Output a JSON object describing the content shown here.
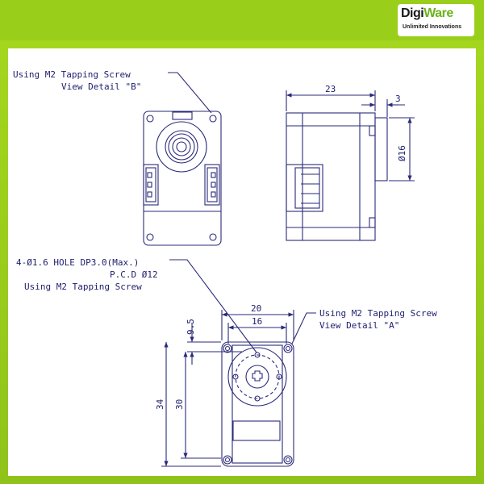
{
  "brand": {
    "name_part1": "Digi",
    "name_part2": "Ware",
    "tagline": "Unlimited Innovations"
  },
  "colors": {
    "background": "#9cd11c",
    "sheet": "#ffffff",
    "line": "#2a2a7a",
    "text": "#1e1e6e"
  },
  "notes": {
    "detail_b_line1": "Using M2 Tapping Screw",
    "detail_b_line2": "View Detail \"B\"",
    "hole_line1": "4-Ø1.6 HOLE DP3.0(Max.)",
    "hole_line2": "P.C.D Ø12",
    "hole_line3": "Using M2 Tapping Screw",
    "detail_a_line1": "Using M2 Tapping Screw",
    "detail_a_line2": "View Detail \"A\""
  },
  "dimensions": {
    "side_width": "23",
    "horn_thickness": "3",
    "horn_diameter": "Ø16",
    "bottom_width": "20",
    "bottom_hole_spacing": "16",
    "offset": "9.5",
    "height_outer": "34",
    "height_inner": "30"
  }
}
